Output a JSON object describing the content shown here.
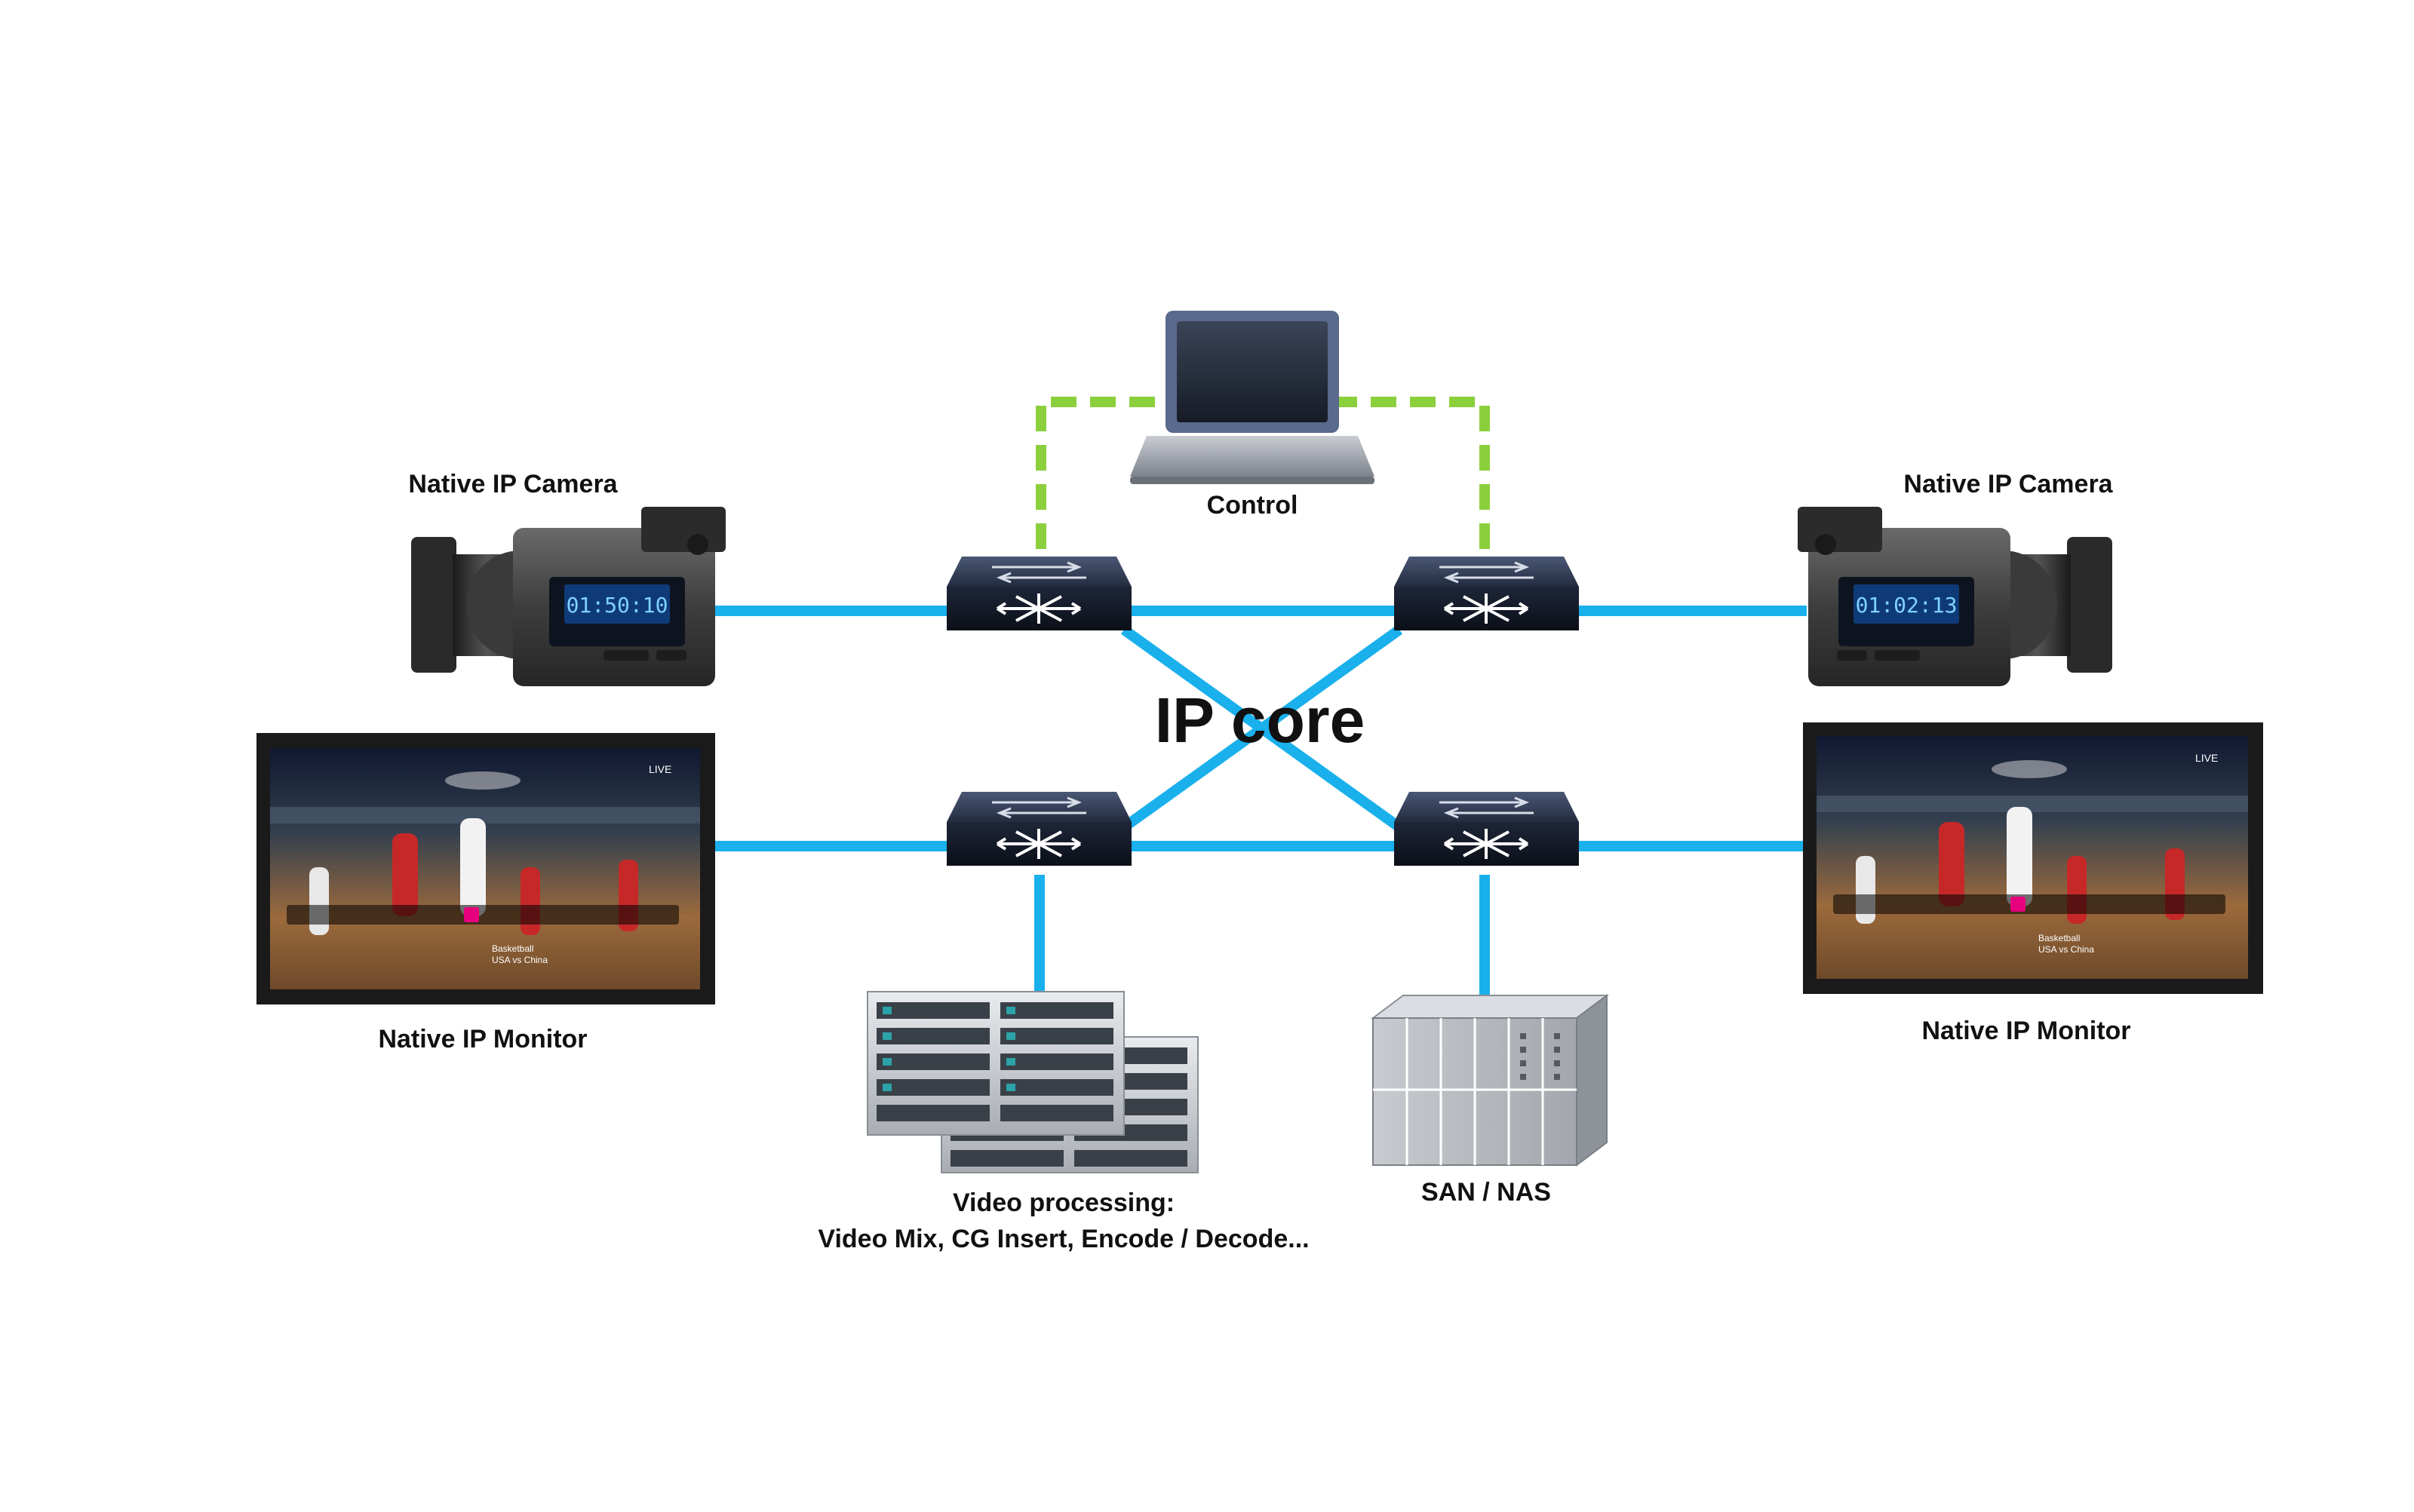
{
  "diagram": {
    "core_label": "IP core",
    "control_label": "Control",
    "camera_left_label": "Native IP Camera",
    "camera_right_label": "Native IP Camera",
    "monitor_left_label": "Native IP Monitor",
    "monitor_right_label": "Native IP Monitor",
    "video_processing_title": "Video processing:",
    "video_processing_detail": "Video Mix, CG Insert, Encode / Decode...",
    "storage_label": "SAN / NAS",
    "camera_left_timecode": "01:50:10",
    "camera_right_timecode": "01:02:13",
    "screen_badge": "LIVE",
    "screen_caption_line1": "Basketball",
    "screen_caption_line2": "USA vs China"
  },
  "colors": {
    "data_link": "#19b0ec",
    "control_link": "#8ccf3c",
    "switch_body": "#1c2333",
    "switch_top": "#2f3a52",
    "label_text": "#111111"
  }
}
